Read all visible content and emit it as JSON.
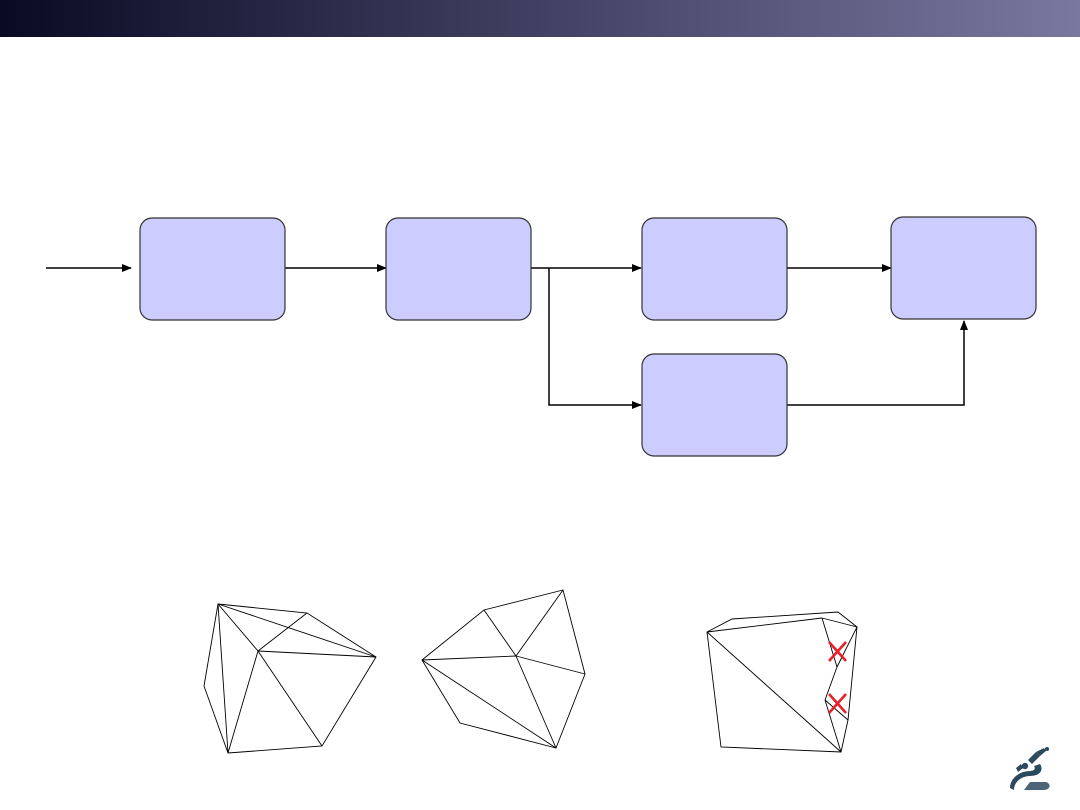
{
  "header": {
    "gradient_start": "#0a0a24",
    "gradient_end": "#7a77a0"
  },
  "flowchart": {
    "box_fill": "#ccccff",
    "box_stroke": "#333333",
    "boxes": [
      {
        "id": "block-1",
        "label": ""
      },
      {
        "id": "block-2",
        "label": ""
      },
      {
        "id": "block-3",
        "label": ""
      },
      {
        "id": "block-4",
        "label": ""
      },
      {
        "id": "block-5",
        "label": ""
      }
    ]
  },
  "meshes": {
    "stroke_color": "#000000",
    "mark_color": "#e8202a",
    "items": [
      {
        "id": "mesh-left",
        "has_marks": false
      },
      {
        "id": "mesh-middle",
        "has_marks": false
      },
      {
        "id": "mesh-right",
        "has_marks": true,
        "mark_count": 2
      }
    ]
  },
  "logo": {
    "name": "robot-arm-logo",
    "color": "#2c4a5e"
  }
}
